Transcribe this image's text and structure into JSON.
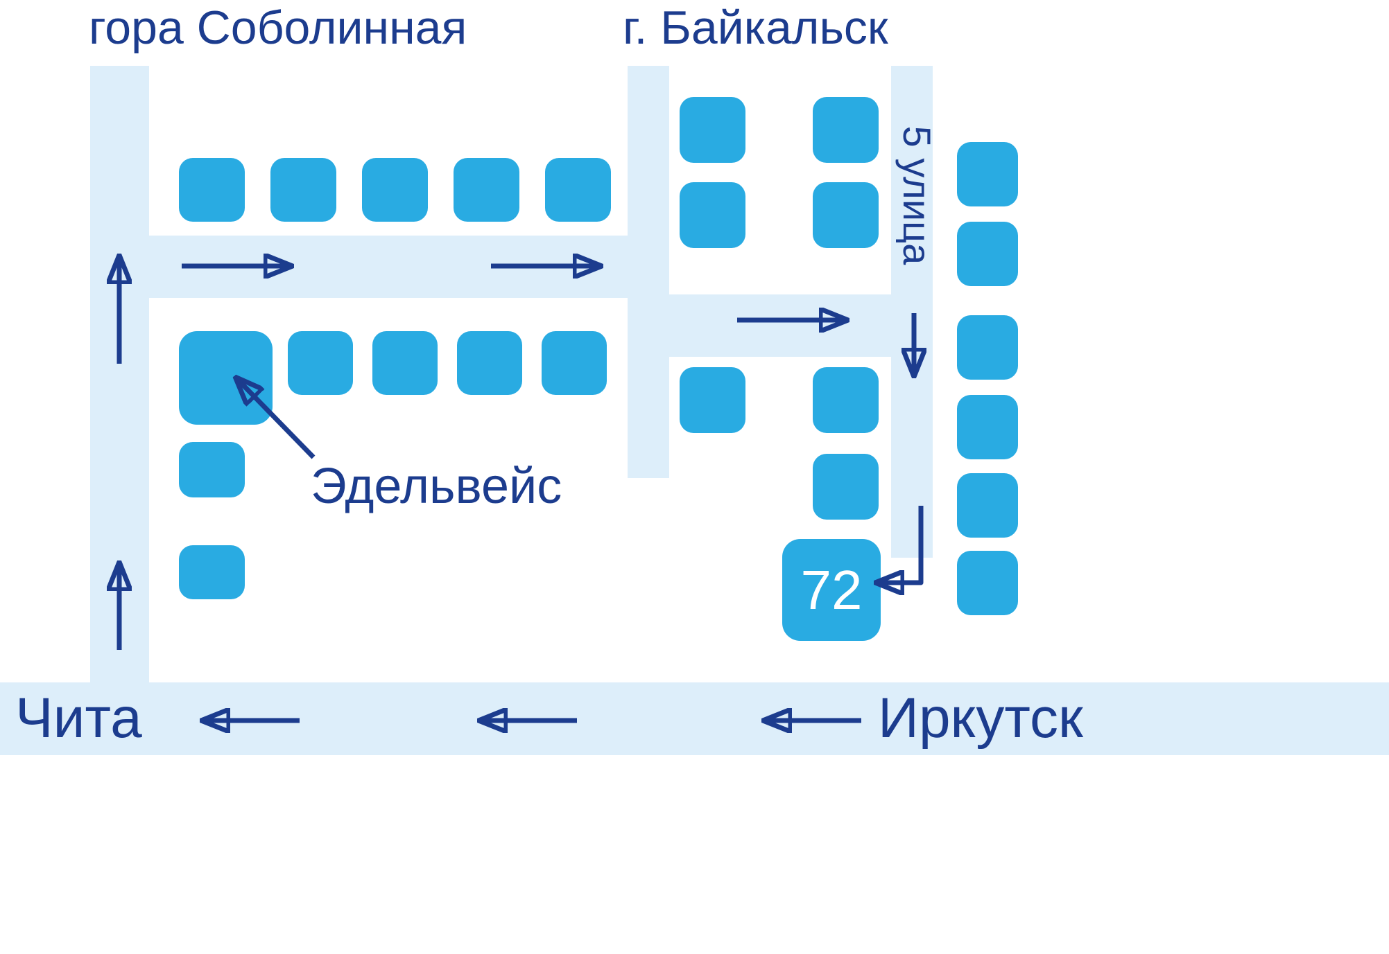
{
  "colors": {
    "bg": "#ffffff",
    "road": "#ddeefa",
    "building": "#29abe2",
    "ink": "#1c3c8e",
    "numtext": "#ffffff"
  },
  "labels": {
    "mountain": "гора Соболинная",
    "city": "г. Байкальск",
    "street": "5 улица",
    "hotel": "Эдельвейс",
    "building_number": "72",
    "direction_left": "Чита",
    "direction_right": "Иркутск"
  }
}
